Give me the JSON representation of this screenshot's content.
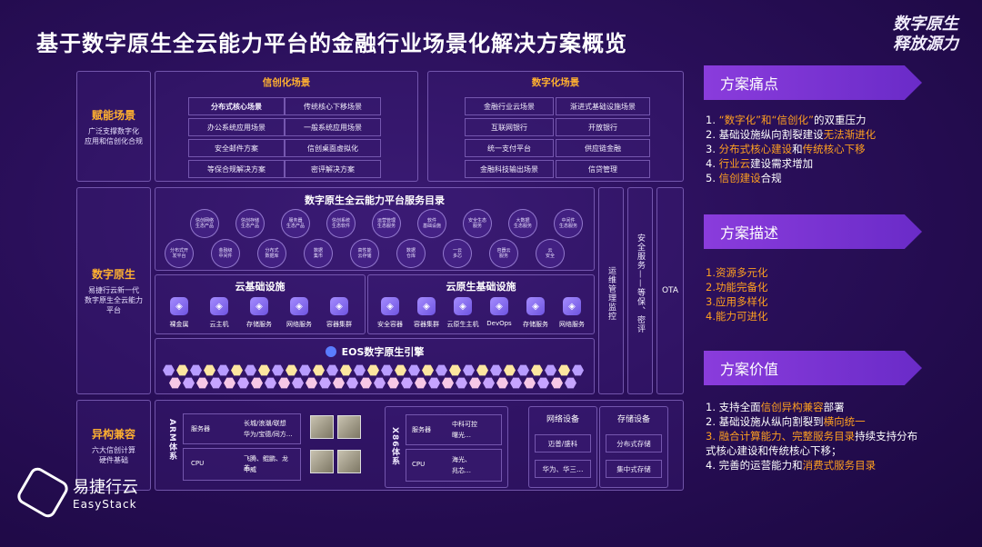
{
  "title": "基于数字原生全云能力平台的金融行业场景化解决方案概览",
  "slogan": [
    "数字原生",
    "释放源力"
  ],
  "left": {
    "fuzhi": {
      "h": "赋能场景",
      "s": [
        "广泛支撑数字化",
        "应用和信创化合规"
      ]
    },
    "yuansheng": {
      "h": "数字原生",
      "s": [
        "易捷行云新一代",
        "数字原生全云能力",
        "平台"
      ]
    },
    "yigou": {
      "h": "异构兼容",
      "s": [
        "六大信创计算",
        "硬件基础"
      ]
    }
  },
  "xinchuang": {
    "title": "信创化场景",
    "items": [
      "分布式核心场景",
      "传统核心下移场景",
      "办公系统应用场景",
      "一般系统应用场景",
      "安全邮件方案",
      "信创桌面虚拟化",
      "等保合规解决方案",
      "密评解决方案"
    ]
  },
  "shuzi": {
    "title": "数字化场景",
    "items": [
      "金融行业云场景",
      "渐进式基础设施场景",
      "互联网银行",
      "开放银行",
      "统一支付平台",
      "供应链金融",
      "金融科技输出场景",
      "信贷管理"
    ]
  },
  "catalog": {
    "title": "数字原生全云能力平台服务目录",
    "row1": [
      "信创网络\n生态产品",
      "信创存储\n生态产品",
      "服务器\n生态产品",
      "信创系统\n生态软件",
      "运营管理\n生态服务",
      "软件\n基础设施",
      "安全生态\n服务",
      "大数据\n生态服务",
      "中间件\n生态服务"
    ],
    "row2": [
      "分布式开\n发平台",
      "金融级\n中间件",
      "分布式\n数据库",
      "数据\n集市",
      "高性能\n云存储",
      "数据\n仓库",
      "一云\n多芯",
      "容器云\n服务",
      "云\n安全"
    ]
  },
  "cloud_infra": {
    "title": "云基础设施",
    "items": [
      "裸金属",
      "云主机",
      "存储服务",
      "网络服务",
      "容器集群"
    ]
  },
  "cloud_native": {
    "title": "云原生基础设施",
    "items": [
      "安全容器",
      "容器集群",
      "云原生主机",
      "DevOps",
      "存储服务",
      "网络服务"
    ]
  },
  "eos": "EOS数字原生引擎",
  "side": {
    "ops": "运维管理监控",
    "sec": "安全服务——等保、密评",
    "ota": "OTA"
  },
  "hw": {
    "arm": "ARM体系",
    "arm_server": {
      "k": "服务器",
      "v": [
        "长城/浪潮/联想",
        "华为/宝德/同方…"
      ]
    },
    "arm_cpu": {
      "k": "CPU",
      "v": [
        "飞腾、鲲鹏、龙芯、",
        "申威"
      ]
    },
    "x86": "X86体系",
    "x86_server": {
      "k": "服务器",
      "v": [
        "中科可控",
        "曙光…"
      ]
    },
    "x86_cpu": {
      "k": "CPU",
      "v": [
        "海光、",
        "兆芯…"
      ]
    },
    "net": {
      "title": "网络设备",
      "items": [
        "迈普/盛科",
        "华为、华三…"
      ]
    },
    "store": {
      "title": "存储设备",
      "items": [
        "分布式存储",
        "集中式存储"
      ]
    }
  },
  "pain": {
    "title": "方案痛点",
    "items": [
      [
        {
          "t": "1. "
        },
        {
          "t": "“数字化”和“信创化”",
          "o": 1
        },
        {
          "t": "的双重压力"
        }
      ],
      [
        {
          "t": "2. 基础设施纵向割裂建设"
        },
        {
          "t": "无法渐进化",
          "o": 1
        }
      ],
      [
        {
          "t": "3. "
        },
        {
          "t": "分布式核心建设",
          "o": 1
        },
        {
          "t": "和"
        },
        {
          "t": "传统核心下移",
          "o": 1
        }
      ],
      [
        {
          "t": "4. "
        },
        {
          "t": "行业云",
          "o": 1
        },
        {
          "t": "建设需求增加"
        }
      ],
      [
        {
          "t": "5. "
        },
        {
          "t": "信创建设",
          "o": 1
        },
        {
          "t": "合规"
        }
      ]
    ]
  },
  "desc": {
    "title": "方案描述",
    "items": [
      "1.资源多元化",
      "2.功能完备化",
      "3.应用多样化",
      "4.能力可进化"
    ]
  },
  "value": {
    "title": "方案价值",
    "items": [
      [
        {
          "t": "1. 支持全面"
        },
        {
          "t": "信创异构兼容",
          "o": 1
        },
        {
          "t": "部署"
        }
      ],
      [
        {
          "t": "2. 基础设施从纵向割裂到"
        },
        {
          "t": "横向统一",
          "o": 1
        }
      ],
      [
        {
          "t": "3. 融合计算能力、完整服务目录",
          "o": 1
        },
        {
          "t": "持续支持分布"
        }
      ],
      [
        {
          "t": "   式核心建设和传统核心下移；"
        }
      ],
      [
        {
          "t": "4. 完善的运营能力和"
        },
        {
          "t": "消费式服务目录",
          "o": 1
        }
      ]
    ]
  },
  "logo": {
    "cn": "易捷行云",
    "en": "EasyStack"
  },
  "colors": {
    "accent": "#ffb030",
    "banner": "#8a3cdc",
    "bg": "#2a0f5a"
  }
}
